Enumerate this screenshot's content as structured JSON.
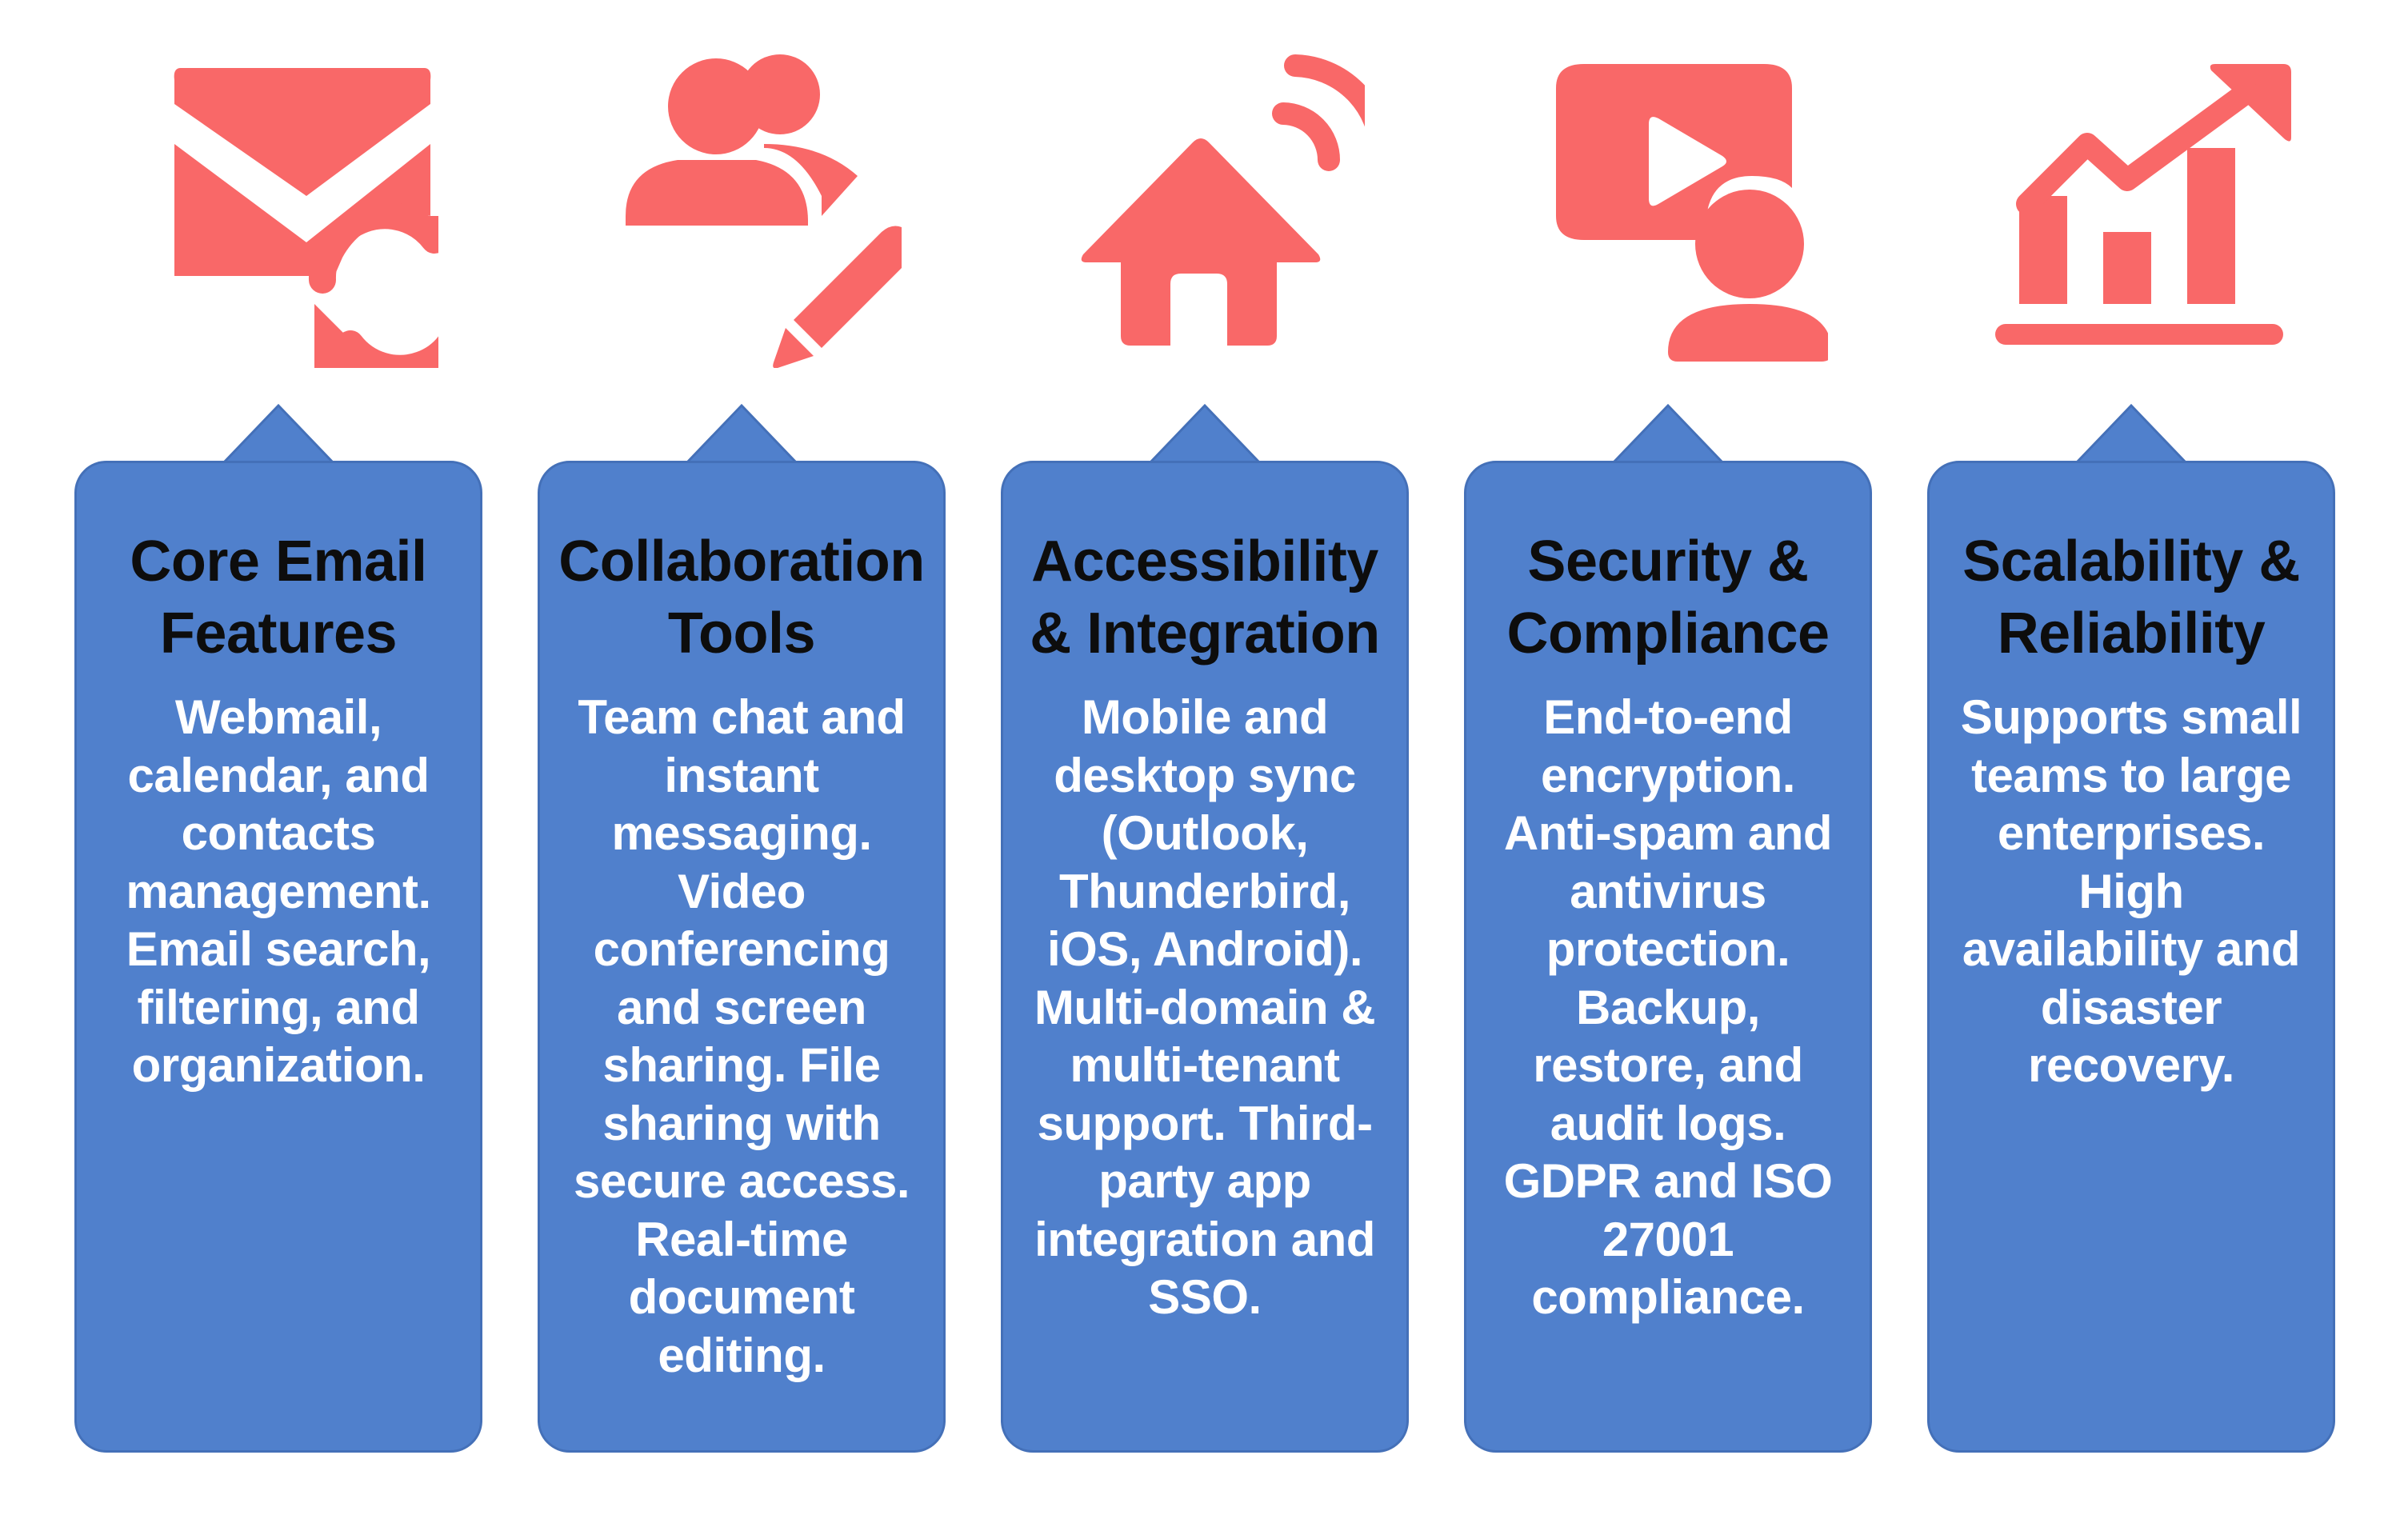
{
  "colors": {
    "icon": "#f96868",
    "card_fill": "#5080cc",
    "card_border": "#4470b8",
    "title_text": "#0d0d0d",
    "body_text": "#ffffff"
  },
  "columns": [
    {
      "icon": "email-sync-icon",
      "title": "Core Email\nFeatures",
      "body": "Webmail,\ncalendar, and\ncontacts\nmanagement.\nEmail search,\nfiltering, and\norganization."
    },
    {
      "icon": "users-edit-icon",
      "title": "Collaboration\nTools",
      "body": "Team chat and\ninstant\nmessaging.\nVideo\nconferencing\nand screen\nsharing. File\nsharing with\nsecure access.\nReal-time\ndocument\nediting."
    },
    {
      "icon": "smart-home-icon",
      "title": "Accessibility\n& Integration",
      "body": "Mobile and\ndesktop sync\n(Outlook,\nThunderbird,\niOS, Android).\nMulti-domain &\nmulti-tenant\nsupport. Third-\nparty app\nintegration and\nSSO."
    },
    {
      "icon": "video-user-icon",
      "title": "Security &\nCompliance",
      "body": "End-to-end\nencryption.\nAnti-spam and\nantivirus\nprotection.\nBackup,\nrestore, and\naudit logs.\nGDPR and ISO\n27001\ncompliance."
    },
    {
      "icon": "growth-chart-icon",
      "title": "Scalability &\nReliability",
      "body": "Supports small\nteams to large\nenterprises.\nHigh\navailability and\ndisaster\nrecovery."
    }
  ]
}
